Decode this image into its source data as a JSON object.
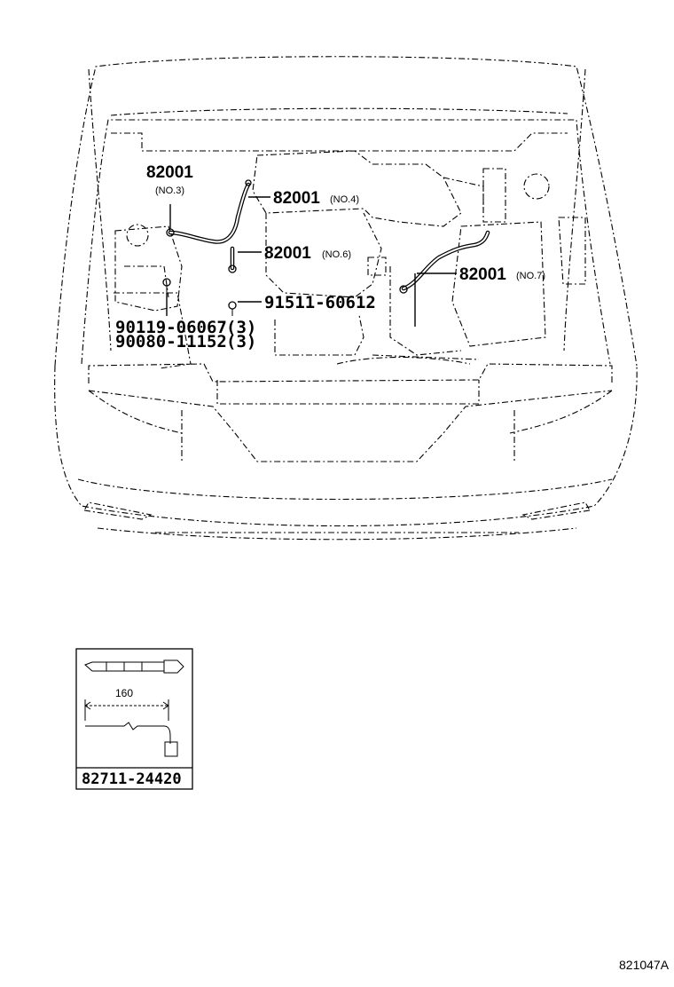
{
  "callouts": {
    "no3": {
      "part": "82001",
      "note": "(NO.3)"
    },
    "no4": {
      "part": "82001",
      "note": "(NO.4)"
    },
    "no6": {
      "part": "82001",
      "note": "(NO.6)"
    },
    "no7": {
      "part": "82001",
      "note": "(NO.7)"
    },
    "bolt": {
      "part": "91511-60612"
    },
    "clip_a": {
      "part": "90119-06067",
      "qty": "(3)"
    },
    "clip_b": {
      "part": "90080-11152",
      "qty": "(3)"
    }
  },
  "inset": {
    "dimension": "160",
    "part": "82711-24420"
  },
  "diagram_code": "821047A"
}
